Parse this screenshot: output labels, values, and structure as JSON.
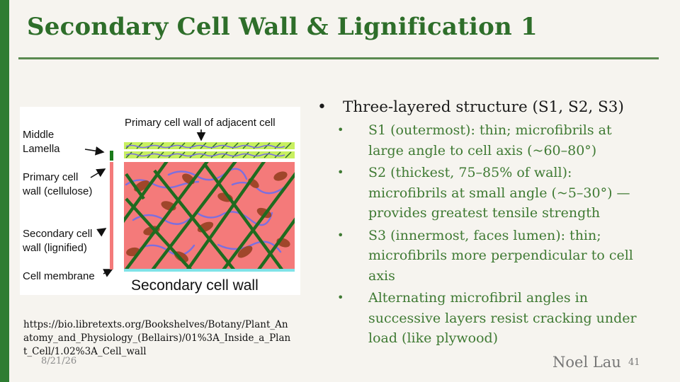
{
  "slide": {
    "title": "Secondary Cell Wall & Lignification 1",
    "source_url": "https://bio.libretexts.org/Bookshelves/Botany/Plant_Anatomy_and_Physiology_(Bellairs)/01%3A_Inside_a_Plant_Cell/1.02%3A_Cell_wall",
    "date": "8/21/26",
    "author": "Noel Lau",
    "page_number": "41"
  },
  "figure": {
    "labels": {
      "top": "Primary cell wall of adjacent cell",
      "middle_lamella_1": "Middle",
      "middle_lamella_2": "Lamella",
      "primary_1": "Primary cell",
      "primary_2": "wall (cellulose)",
      "secondary_1": "Secondary cell",
      "secondary_2": "wall (lignified)",
      "membrane": "Cell membrane",
      "caption": "Secondary cell wall"
    },
    "colors": {
      "secondary_wall": "#f47a7a",
      "lignin": "#a0462a",
      "microfibril": "#1f6b1f",
      "hemicellulose": "#7b6fe0",
      "adjacent_wall": "#c8f060",
      "membrane": "#7fe3e8"
    }
  },
  "bullets": {
    "main": "Three-layered structure (S1, S2, S3)",
    "sub": [
      "S1 (outermost): thin; microfibrils at large angle to cell axis (~60–80°)",
      "S2 (thickest, 75–85% of wall): microfibrils at small angle (~5–30°) — provides greatest tensile strength",
      "S3 (innermost, faces lumen): thin; microfibrils more perpendicular to cell axis",
      "Alternating microfibril angles in successive layers resist cracking under load (like plywood)"
    ]
  }
}
